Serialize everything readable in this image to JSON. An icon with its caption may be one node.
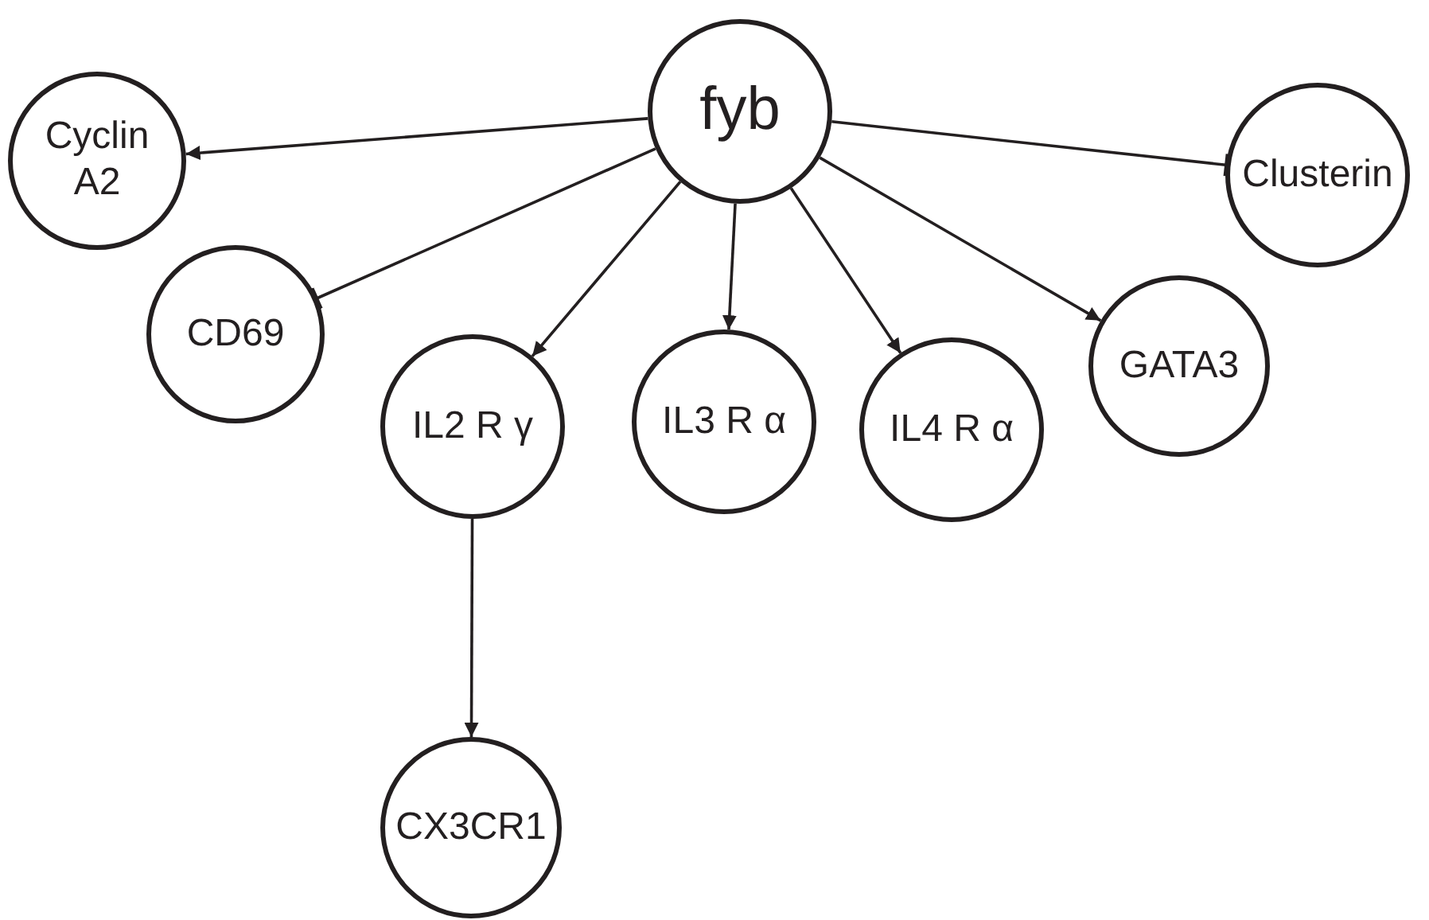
{
  "diagram": {
    "nodes": [
      {
        "text": [
          "fyb"
        ]
      },
      {
        "text": [
          "Cyclin A2"
        ]
      },
      {
        "text": [
          "Clusterin"
        ]
      },
      {
        "text": [
          "CD69"
        ]
      },
      {
        "text": [
          "IL2 R γ"
        ]
      },
      {
        "text": [
          "IL3 R α"
        ]
      },
      {
        "text": [
          "IL4 R α"
        ]
      },
      {
        "text": [
          "GATA3"
        ]
      },
      {
        "text": [
          "CX3CR1"
        ]
      }
    ],
    "edges": [
      {
        "from": 0,
        "to": 1,
        "arrow": "to"
      },
      {
        "from": 0,
        "to": 2,
        "arrow": "other"
      },
      {
        "from": 0,
        "to": 3,
        "arrow": "other"
      },
      {
        "from": 0,
        "to": 4,
        "arrow": "to"
      },
      {
        "from": 0,
        "to": 5,
        "arrow": "to"
      },
      {
        "from": 0,
        "to": 6,
        "arrow": "to"
      },
      {
        "from": 0,
        "to": 7,
        "arrow": "to"
      },
      {
        "from": 4,
        "to": 8,
        "arrow": "to"
      }
    ]
  }
}
